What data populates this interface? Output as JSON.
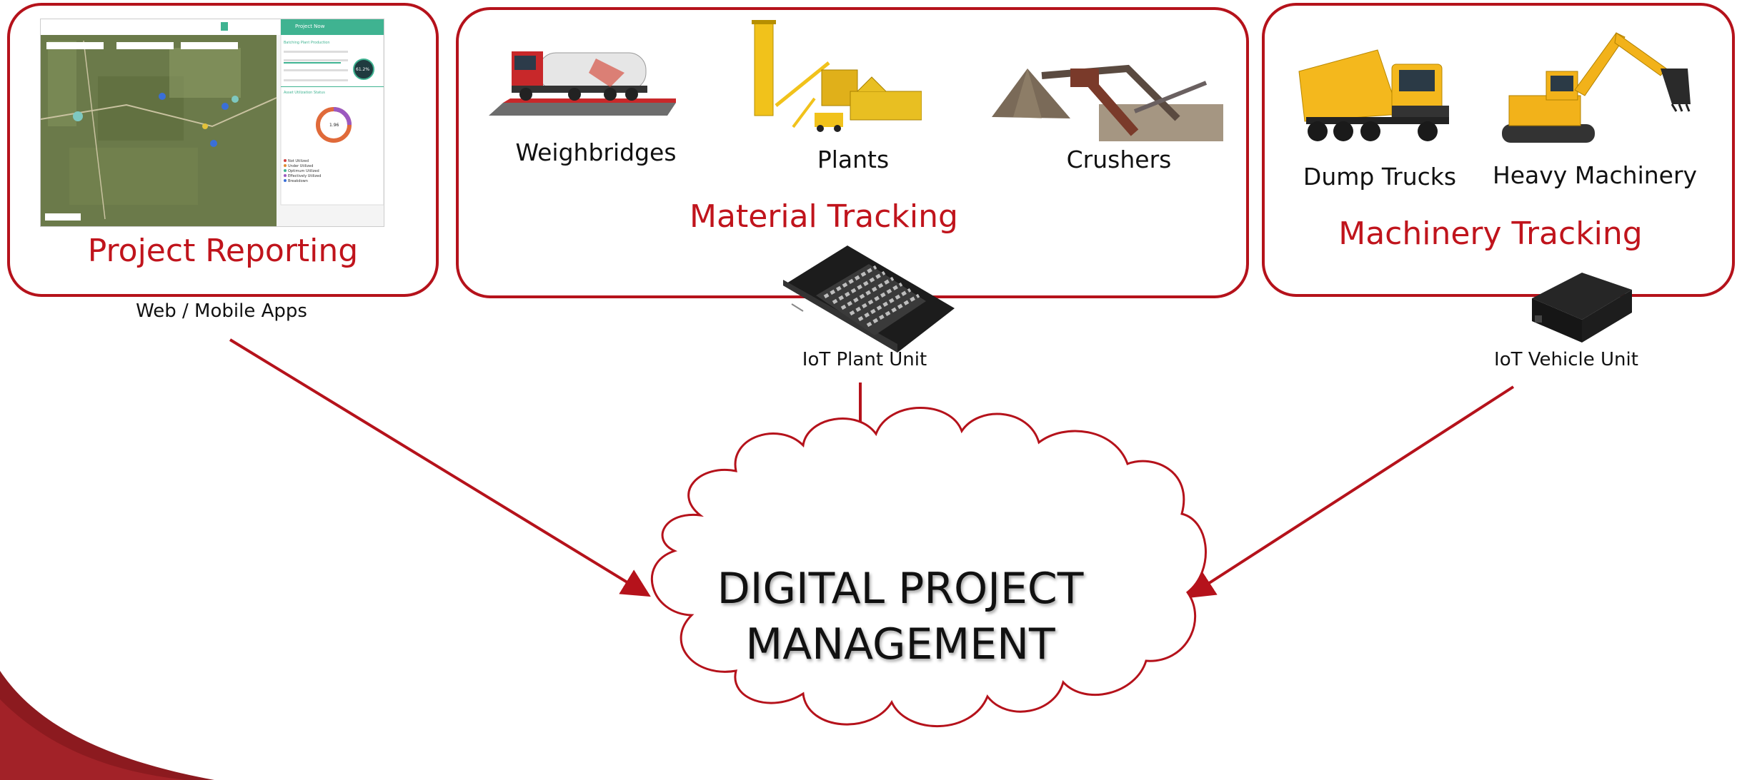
{
  "colors": {
    "accent": "#b5121b",
    "accent_text": "#c0141c",
    "app_header": "#3fb391"
  },
  "panels": {
    "reporting": {
      "title": "Project Reporting",
      "caption": "Web / Mobile Apps"
    },
    "material": {
      "title": "Material Tracking",
      "items": [
        {
          "label": "Weighbridges",
          "icon": "weighbridge-truck-image"
        },
        {
          "label": "Plants",
          "icon": "batching-plant-image"
        },
        {
          "label": "Crushers",
          "icon": "crusher-image"
        }
      ],
      "device": {
        "label": "IoT Plant Unit",
        "icon": "iot-plant-unit-image"
      }
    },
    "machinery": {
      "title": "Machinery Tracking",
      "items": [
        {
          "label": "Dump Trucks",
          "icon": "dump-truck-image"
        },
        {
          "label": "Heavy Machinery",
          "icon": "excavator-image"
        }
      ],
      "device": {
        "label": "IoT Vehicle Unit",
        "icon": "iot-vehicle-unit-image"
      }
    }
  },
  "cloud": {
    "line1": "DIGITAL PROJECT",
    "line2": "MANAGEMENT"
  },
  "app_screenshot": {
    "header_title": "Project Now",
    "sections": [
      "Batching Plant Production",
      "Asset Utilization Status"
    ],
    "gauge_value": "61.2%",
    "donut_center": "1.96",
    "legend": [
      "Not Utilized",
      "Under Utilized",
      "Optimum Utilized",
      "Effectively Utilized",
      "Breakdown"
    ]
  }
}
